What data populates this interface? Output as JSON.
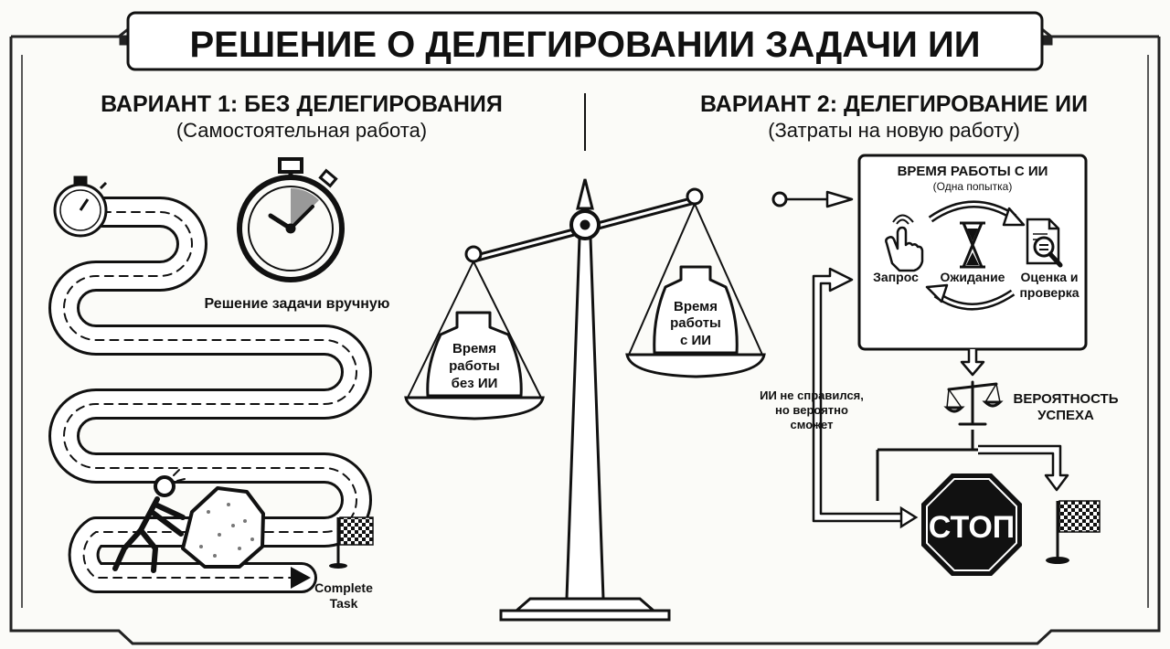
{
  "title": "РЕШЕНИЕ О ДЕЛЕГИРОВАНИИ ЗАДАЧИ ИИ",
  "option1": {
    "heading": "ВАРИАНТ 1: БЕЗ ДЕЛЕГИРОВАНИЯ",
    "subheading": "(Самостоятельная работа)",
    "manual_label": "Решение задачи вручную",
    "finish_line1": "Complete",
    "finish_line2": "Task"
  },
  "option2": {
    "heading": "ВАРИАНТ 2: ДЕЛЕГИРОВАНИЕ ИИ",
    "subheading": "(Затраты на новую работу)",
    "box_title": "ВРЕМЯ РАБОТЫ С ИИ",
    "box_subtitle": "(Одна попытка)",
    "step_request": "Запрос",
    "step_wait": "Ожидание",
    "step_review_line1": "Оценка и",
    "step_review_line2": "проверка",
    "fail_line1": "ИИ не справился,",
    "fail_line2": "но вероятно",
    "fail_line3": "сможет",
    "prob_line1": "ВЕРОЯТНОСТЬ",
    "prob_line2": "УСПЕХА",
    "stop_sign": "СТОП"
  },
  "scale": {
    "left_line1": "Время",
    "left_line2": "работы",
    "left_line3": "без ИИ",
    "right_line1": "Время",
    "right_line2": "работы",
    "right_line3": "с ИИ"
  }
}
